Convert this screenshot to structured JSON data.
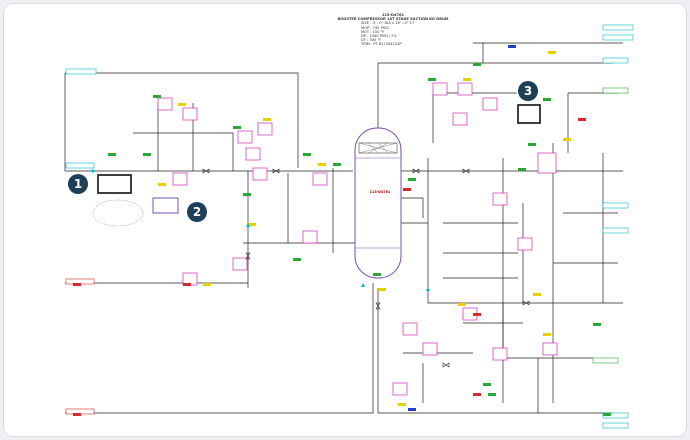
{
  "title_block": {
    "tag": "115-D4761",
    "name": "BOOSTER COMPRESSOR 1ST STAGE SUCTION KO DRUM",
    "specs": [
      "SIZE : 3' - 0\" DIA x 16' - 0\" T-T",
      "MOP : 740 PSIG",
      "MOT : 100 °F",
      "DP : 1440 PSIG / F.V.",
      "DT : 300 °F",
      "TRIM : PT 61740412SP"
    ]
  },
  "vessel": {
    "label": "115-D4761"
  },
  "callouts": [
    "1",
    "2",
    "3"
  ],
  "colors": {
    "pipe": "#222222",
    "cyan": "#00b7c7",
    "magenta": "#d02cb8",
    "green": "#2aa836",
    "yellow": "#e8d000",
    "red": "#d42a2a",
    "blue": "#2140c8",
    "callout_bg": "#1f3f57",
    "vessel": "#7a4fb5"
  }
}
